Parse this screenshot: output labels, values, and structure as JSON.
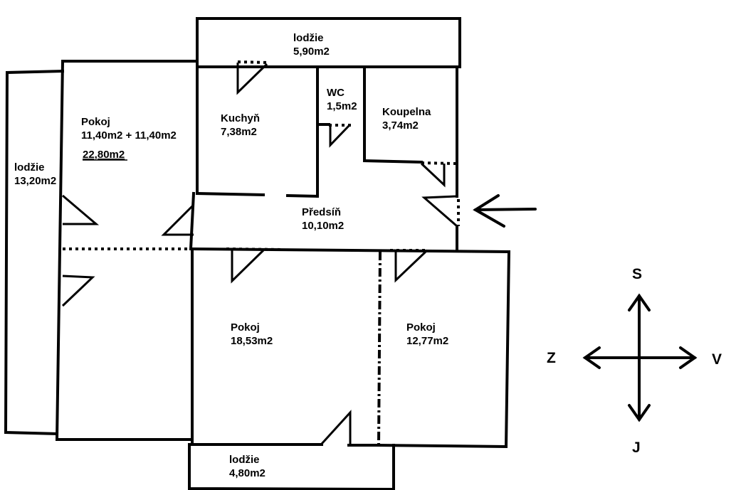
{
  "rooms": {
    "lodzie_top": {
      "name": "lodžie",
      "area": "5,90m2"
    },
    "lodzie_left": {
      "name": "lodžie",
      "area": "13,20m2"
    },
    "pokoj_left": {
      "name": "Pokoj",
      "area": "11,40m2 + 11,40m2",
      "total": "22,80m2"
    },
    "kuchyn": {
      "name": "Kuchyň",
      "area": "7,38m2"
    },
    "wc": {
      "name": "WC",
      "area": "1,5m2"
    },
    "koupelna": {
      "name": "Koupelna",
      "area": "3,74m2"
    },
    "predsin": {
      "name": "Předsíň",
      "area": "10,10m2"
    },
    "pokoj_middle": {
      "name": "Pokoj",
      "area": "18,53m2"
    },
    "pokoj_right": {
      "name": "Pokoj",
      "area": "12,77m2"
    },
    "lodzie_bottom": {
      "name": "lodžie",
      "area": "4,80m2"
    }
  },
  "compass": {
    "north": "S",
    "south": "J",
    "west": "Z",
    "east": "V"
  },
  "entrance_icon": "arrow-left-icon"
}
